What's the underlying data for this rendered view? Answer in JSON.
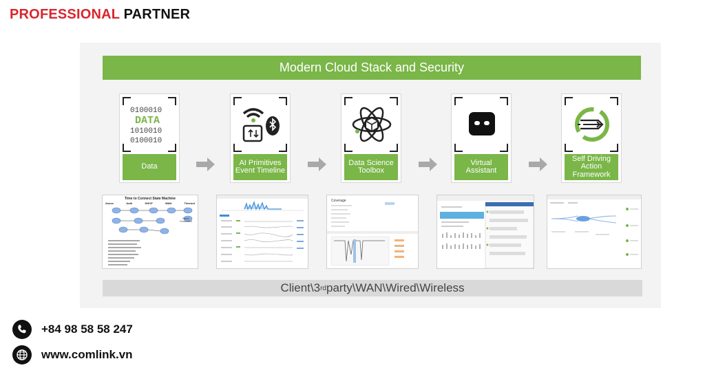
{
  "brand": {
    "part1": "PROFESSIONAL",
    "part2": "PARTNER"
  },
  "banner": {
    "title": "Modern Cloud Stack and Security"
  },
  "steps": [
    {
      "label": "Data",
      "icon": "data-binary-icon",
      "icon_text": "DATA"
    },
    {
      "label": "AI Primitives Event Timeline",
      "icon": "wifi-bluetooth-icon"
    },
    {
      "label": "Data Science Toolbox",
      "icon": "atom-cube-icon"
    },
    {
      "label": "Virtual Assistant",
      "icon": "robot-face-icon"
    },
    {
      "label": "Self Driving Action Framework",
      "icon": "cycle-arrows-icon"
    }
  ],
  "screenshots": {
    "state_machine": {
      "title": "Time to Connect State Machine",
      "columns": [
        "Assoc",
        "Auth",
        "DHCP",
        "WAN",
        "Timeout"
      ],
      "side_label": "Failed Connection"
    },
    "coverage": {
      "title": "Coverage"
    }
  },
  "footer": {
    "pre": "Client\\3",
    "sup": "rd",
    "post": " party\\WAN\\Wired\\Wireless"
  },
  "contact": {
    "phone": "+84 98 58 58 247",
    "website": "www.comlink.vn"
  },
  "colors": {
    "green": "#7ab648",
    "red": "#d8262e"
  }
}
